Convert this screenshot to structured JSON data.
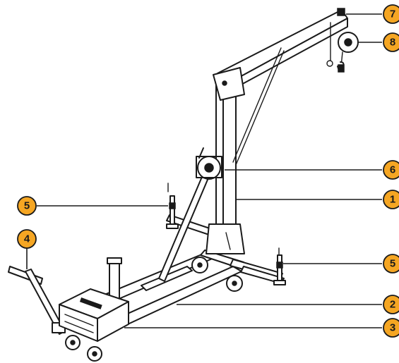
{
  "accent_color": "#F5A623",
  "callouts": [
    {
      "id": "c7",
      "label": "7"
    },
    {
      "id": "c8",
      "label": "8"
    },
    {
      "id": "c6",
      "label": "6"
    },
    {
      "id": "c1",
      "label": "1"
    },
    {
      "id": "c5-left",
      "label": "5"
    },
    {
      "id": "c4",
      "label": "4"
    },
    {
      "id": "c5-right",
      "label": "5"
    },
    {
      "id": "c2",
      "label": "2"
    },
    {
      "id": "c3",
      "label": "3"
    }
  ]
}
